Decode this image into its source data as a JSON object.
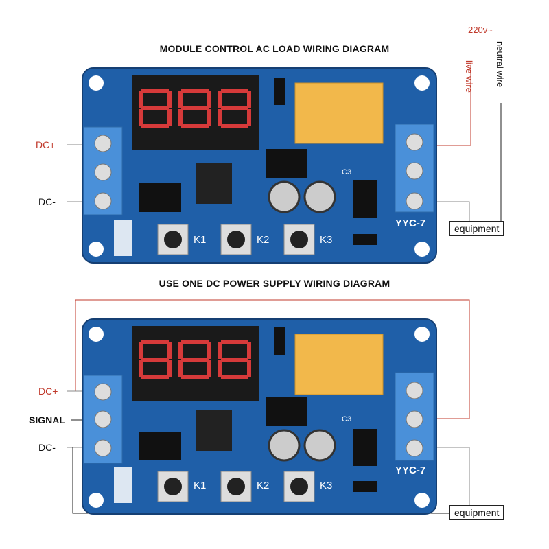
{
  "diagram1": {
    "title": "MODULE CONTROL AC LOAD WIRING DIAGRAM",
    "labels": {
      "dc_plus": "DC+",
      "dc_minus": "DC-",
      "voltage": "220v~",
      "live_wire": "live wire",
      "neutral_wire": "neutral wire",
      "equipment": "equipment"
    }
  },
  "diagram2": {
    "title": "USE ONE DC POWER SUPPLY WIRING DIAGRAM",
    "labels": {
      "dc_plus": "DC+",
      "signal": "SIGNAL",
      "dc_minus": "DC-",
      "equipment": "equipment"
    }
  },
  "board": {
    "buttons": [
      "K1",
      "K2",
      "K3"
    ],
    "model": "YYC-7",
    "cap_label": "C3",
    "display_digits": 3
  },
  "colors": {
    "pcb": "#1f5fa8",
    "terminal": "#4a90d9",
    "relay": "#f2b84b",
    "display": "#1a1a1a",
    "segment": "#d63a3a",
    "wire_red": "#c0392b"
  }
}
